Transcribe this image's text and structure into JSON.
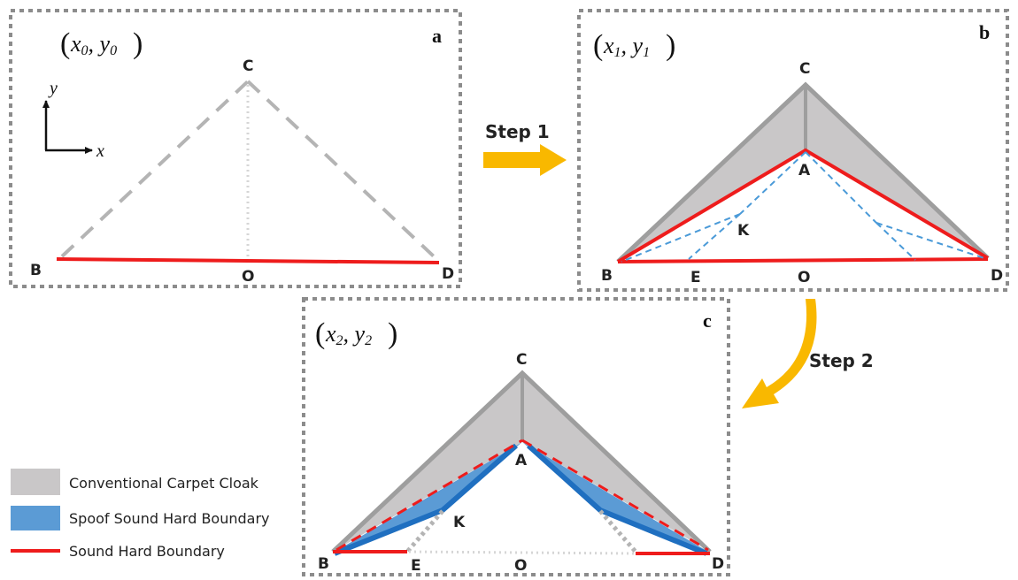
{
  "panels": {
    "a": {
      "letter": "a",
      "coord": {
        "x": "x",
        "xs": "0",
        "y": "y",
        "ys": "0"
      },
      "points": {
        "C": "C",
        "B": "B",
        "O": "O",
        "D": "D"
      },
      "axes": {
        "x": "x",
        "y": "y"
      }
    },
    "b": {
      "letter": "b",
      "coord": {
        "x": "x",
        "xs": "1",
        "y": "y",
        "ys": "1"
      },
      "points": {
        "C": "C",
        "A": "A",
        "K": "K",
        "B": "B",
        "E": "E",
        "O": "O",
        "D": "D"
      }
    },
    "c": {
      "letter": "c",
      "coord": {
        "x": "x",
        "xs": "2",
        "y": "y",
        "ys": "2"
      },
      "points": {
        "C": "C",
        "A": "A",
        "K": "K",
        "B": "B",
        "E": "E",
        "O": "O",
        "D": "D"
      }
    }
  },
  "steps": {
    "step1": "Step 1",
    "step2": "Step 2"
  },
  "legend": [
    {
      "label": "Conventional Carpet Cloak",
      "color": "#c9c7c8"
    },
    {
      "label": "Spoof Sound Hard Boundary",
      "color": "#5b9bd5"
    },
    {
      "label": "Sound Hard Boundary",
      "color": "#ee1c1c"
    }
  ],
  "colors": {
    "frame": "#8c8c8c",
    "cloak": "#c9c7c8",
    "cloak_edge": "#9e9e9e",
    "hard_boundary": "#ee1c1c",
    "spoof": "#5b9bd5",
    "spoof_edge": "#1f6fc0",
    "arrow": "#f9b800"
  }
}
